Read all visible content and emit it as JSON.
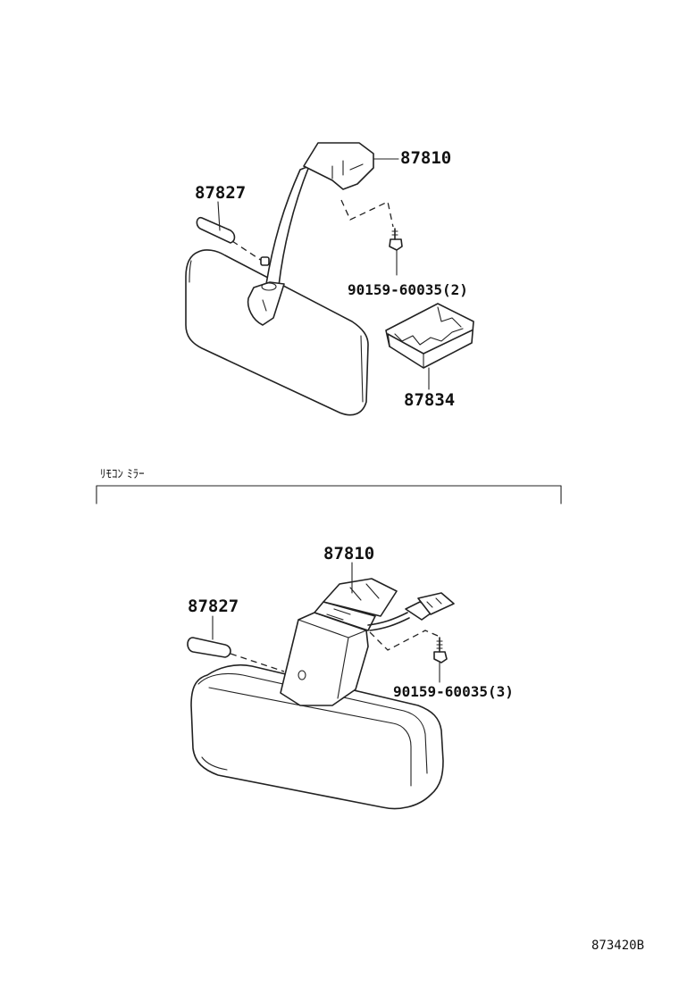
{
  "diagram": {
    "upper_assembly": {
      "parts": [
        {
          "id": "inner-mirror",
          "number": "87810"
        },
        {
          "id": "mirror-pin",
          "number": "87827"
        },
        {
          "id": "mounting-screw",
          "number": "90159-60035(2)"
        },
        {
          "id": "bracket-cover",
          "number": "87834"
        }
      ]
    },
    "section_header": {
      "title": "ﾘﾓｺﾝ ﾐﾗｰ"
    },
    "lower_assembly": {
      "parts": [
        {
          "id": "remote-mirror",
          "number": "87810"
        },
        {
          "id": "mirror-pin",
          "number": "87827"
        },
        {
          "id": "mounting-screw",
          "number": "90159-60035(3)"
        }
      ]
    },
    "document_code": "873420B"
  }
}
